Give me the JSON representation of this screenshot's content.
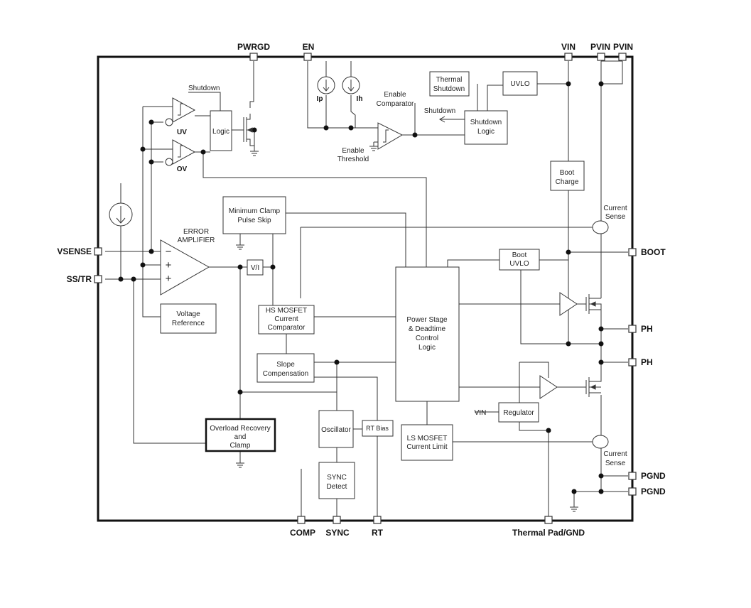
{
  "pins": {
    "pwrgd": "PWRGD",
    "en": "EN",
    "vin": "VIN",
    "pvin1": "PVIN",
    "pvin2": "PVIN",
    "vsense": "VSENSE",
    "sstr": "SS/TR",
    "boot": "BOOT",
    "ph1": "PH",
    "ph2": "PH",
    "pgnd1": "PGND",
    "pgnd2": "PGND",
    "comp": "COMP",
    "sync": "SYNC",
    "rt": "RT",
    "thermal": "Thermal Pad/GND"
  },
  "labels": {
    "shutdown_top": "Shutdown",
    "logic": "Logic",
    "uv": "UV",
    "ov": "OV",
    "ip": "Ip",
    "ih": "Ih",
    "enable_comp": [
      "Enable",
      "Comparator"
    ],
    "enable_threshold": [
      "Enable",
      "Threshold"
    ],
    "shutdown_arrow": "Shutdown",
    "thermal_shutdown": [
      "Thermal",
      "Shutdown"
    ],
    "uvlo": "UVLO",
    "shutdown_logic": [
      "Shutdown",
      "Logic"
    ],
    "boot_charge": [
      "Boot",
      "Charge"
    ],
    "current_sense_top": [
      "Current",
      "Sense"
    ],
    "min_clamp": [
      "Minimum Clamp",
      "Pulse Skip"
    ],
    "error_amp": [
      "ERROR",
      "AMPLIFIER"
    ],
    "vi": "V/I",
    "boot_uvlo": [
      "Boot",
      "UVLO"
    ],
    "voltage_ref": [
      "Voltage",
      "Reference"
    ],
    "hs_comp": [
      "HS MOSFET",
      "Current",
      "Comparator"
    ],
    "power_stage": [
      "Power Stage",
      "& Deadtime",
      "Control",
      "Logic"
    ],
    "slope_comp": [
      "Slope",
      "Compensation"
    ],
    "vin_label": "VIN",
    "regulator": "Regulator",
    "oscillator": "Oscillator",
    "rt_bias": "RT Bias",
    "overload": [
      "Overload Recovery",
      "and",
      "Clamp"
    ],
    "ls_limit": [
      "LS MOSFET",
      "Current Limit"
    ],
    "sync_detect": [
      "SYNC",
      "Detect"
    ],
    "current_sense_bot": [
      "Current",
      "Sense"
    ]
  }
}
